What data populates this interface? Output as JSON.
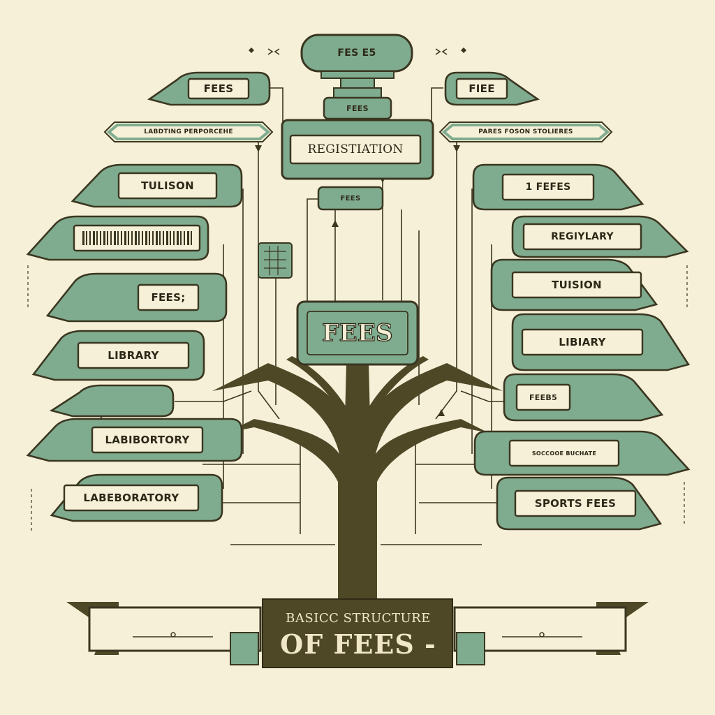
{
  "diagram": {
    "top_label": "FES E5",
    "registration_label": "FEES",
    "registration_title": "REGISTIATION",
    "small_center_label": "FEES",
    "center_label": "FEES",
    "title_line1": "BASICC STRUCTURE",
    "title_line2": "OF FEES -",
    "left_branches": [
      {
        "label": "FEES"
      },
      {
        "label": "LABDTING PERPORCEHE"
      },
      {
        "label": "TULISON"
      },
      {
        "label": ""
      },
      {
        "label": "FEES;"
      },
      {
        "label": "LIBRARY"
      },
      {
        "label": ""
      },
      {
        "label": "LABIBORTORY"
      },
      {
        "label": "LABEBORATORY"
      }
    ],
    "right_branches": [
      {
        "label": "FIEE"
      },
      {
        "label": "PARES FOSON STOLIERES"
      },
      {
        "label": "1 FEFES"
      },
      {
        "label": "REGIYLARY"
      },
      {
        "label": "TUISION"
      },
      {
        "label": "LIBIARY"
      },
      {
        "label": "FEEB5"
      },
      {
        "label": "SOCCOOE BUCHATE"
      },
      {
        "label": "SPORTS FEES"
      }
    ]
  },
  "colors": {
    "background": "#f7f0d8",
    "sage": "#7fab8f",
    "outline": "#3a3620",
    "trunk": "#4f4827",
    "card": "#f7f0d8"
  }
}
